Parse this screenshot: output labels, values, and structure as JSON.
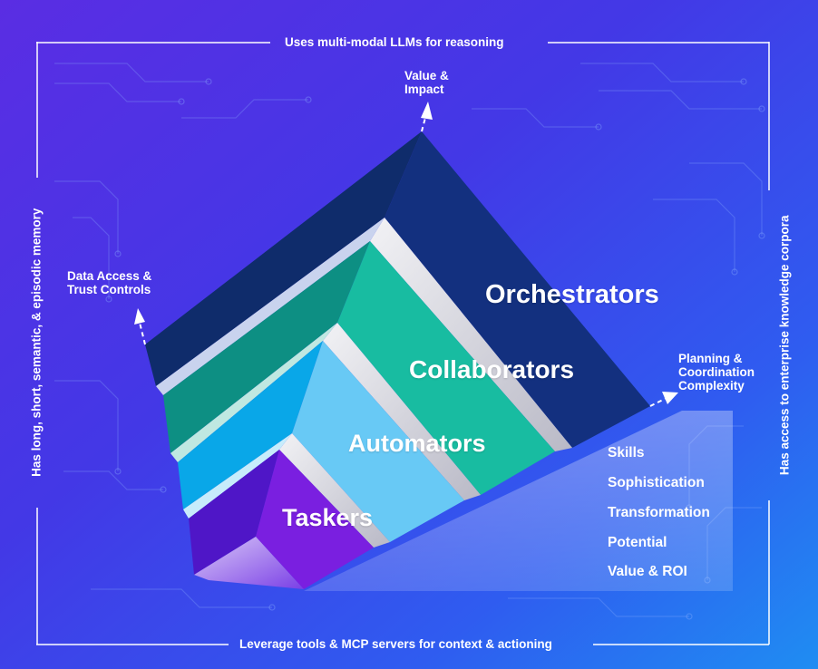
{
  "frame": {
    "top": "Uses multi-modal LLMs for reasoning",
    "bottom": "Leverage tools & MCP servers for context & actioning",
    "left": "Has long, short, semantic, & episodic memory",
    "right": "Has access to enterprise knowledge corpora"
  },
  "axes": {
    "value": [
      "Value &",
      "Impact"
    ],
    "data": [
      "Data Access &",
      "Trust Controls"
    ],
    "planning": [
      "Planning &",
      "Coordination",
      "Complexity"
    ]
  },
  "layers": [
    {
      "label": "Orchestrators",
      "color": "#14307f"
    },
    {
      "label": "Collaborators",
      "color": "#16bba2"
    },
    {
      "label": "Automators",
      "color": "#5fc8f4"
    },
    {
      "label": "Taskers",
      "color": "#7a1fe0"
    }
  ],
  "attributes": [
    "Skills",
    "Sophistication",
    "Transformation",
    "Potential",
    "Value & ROI"
  ],
  "colors": {
    "background_start": "#5a2de3",
    "background_end": "#1f8df2",
    "circuit": "#8fb4ff"
  }
}
